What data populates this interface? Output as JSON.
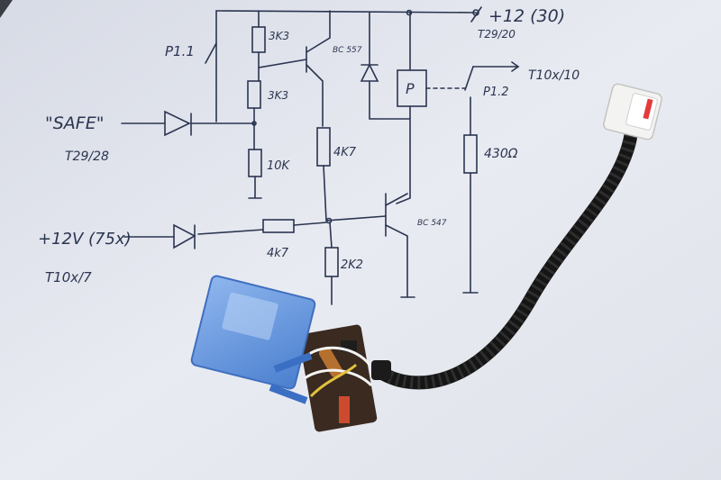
{
  "labels": {
    "supply": "+12 (30)",
    "supply_pin": "T29/20",
    "relay_contact_top": "P1.1",
    "r_top": "3K3",
    "transistor_pnp": "BC 557",
    "r_mid": "3K3",
    "safe_input": "\"SAFE\"",
    "safe_pin": "T29/28",
    "r_10k": "10K",
    "r_4k7_v": "4K7",
    "relay_coil": "P",
    "relay_contact_out": "P1.2",
    "output_pin": "T10x/10",
    "r_430": "430Ω",
    "input_75x": "+12V (75x)",
    "input_pin": "T10x/7",
    "r_4k7_h": "4k7",
    "transistor_npn": "BC 547",
    "r_2k2": "2K2"
  },
  "colors": {
    "paper": "#e6e9f1",
    "ink": "#2b3550",
    "relay_blue": "#5d8fd6",
    "cable": "#161616",
    "connector": "#f2f2f0"
  }
}
